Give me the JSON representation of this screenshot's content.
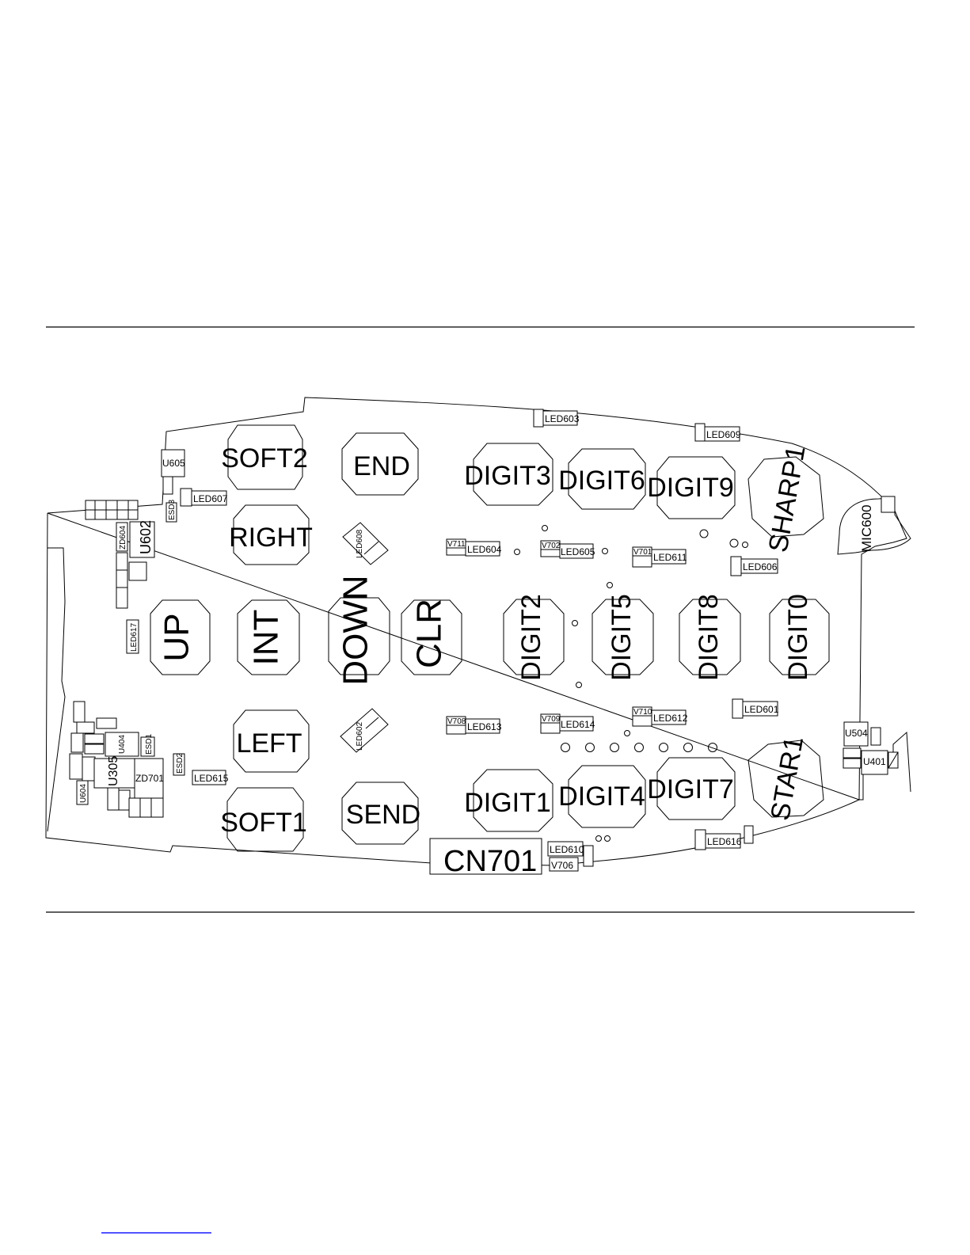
{
  "diagram": {
    "keys": [
      {
        "id": "soft2",
        "label": "SOFT2"
      },
      {
        "id": "end",
        "label": "END"
      },
      {
        "id": "digit3",
        "label": "DIGIT3"
      },
      {
        "id": "digit6",
        "label": "DIGIT6"
      },
      {
        "id": "digit9",
        "label": "DIGIT9"
      },
      {
        "id": "sharp1",
        "label": "SHARP1"
      },
      {
        "id": "right",
        "label": "RIGHT"
      },
      {
        "id": "up",
        "label": "UP"
      },
      {
        "id": "int",
        "label": "INT"
      },
      {
        "id": "down",
        "label": "DOWN"
      },
      {
        "id": "clr",
        "label": "CLR"
      },
      {
        "id": "digit2",
        "label": "DIGIT2"
      },
      {
        "id": "digit5",
        "label": "DIGIT5"
      },
      {
        "id": "digit8",
        "label": "DIGIT8"
      },
      {
        "id": "digit0",
        "label": "DIGIT0"
      },
      {
        "id": "left",
        "label": "LEFT"
      },
      {
        "id": "soft1",
        "label": "SOFT1"
      },
      {
        "id": "send",
        "label": "SEND"
      },
      {
        "id": "digit1",
        "label": "DIGIT1"
      },
      {
        "id": "digit4",
        "label": "DIGIT4"
      },
      {
        "id": "digit7",
        "label": "DIGIT7"
      },
      {
        "id": "star1",
        "label": "STAR1"
      }
    ],
    "components": {
      "led603": "LED603",
      "led609": "LED609",
      "u605": "U605",
      "led607": "LED607",
      "esd3": "ESD3",
      "zd604": "ZD604",
      "u602": "U602",
      "led608": "LED608",
      "v711": "V711",
      "led604": "LED604",
      "v702": "V702",
      "led605": "LED605",
      "v701": "V701",
      "led611": "LED611",
      "led606": "LED606",
      "mic600": "MIC600",
      "led617": "LED617",
      "led601": "LED601",
      "led602": "LED602",
      "v708": "V708",
      "led613": "LED613",
      "v709": "V709",
      "led614": "LED614",
      "v710": "V710",
      "led612": "LED612",
      "u504": "U504",
      "u401": "U401",
      "u404": "U404",
      "esd1": "ESD1",
      "esd2": "ESD2",
      "u305": "U305",
      "zd701": "ZD701",
      "u604": "U604",
      "led615": "LED615",
      "led616": "LED616",
      "led610": "LED610",
      "v706": "V706",
      "cn701": "CN701"
    }
  }
}
